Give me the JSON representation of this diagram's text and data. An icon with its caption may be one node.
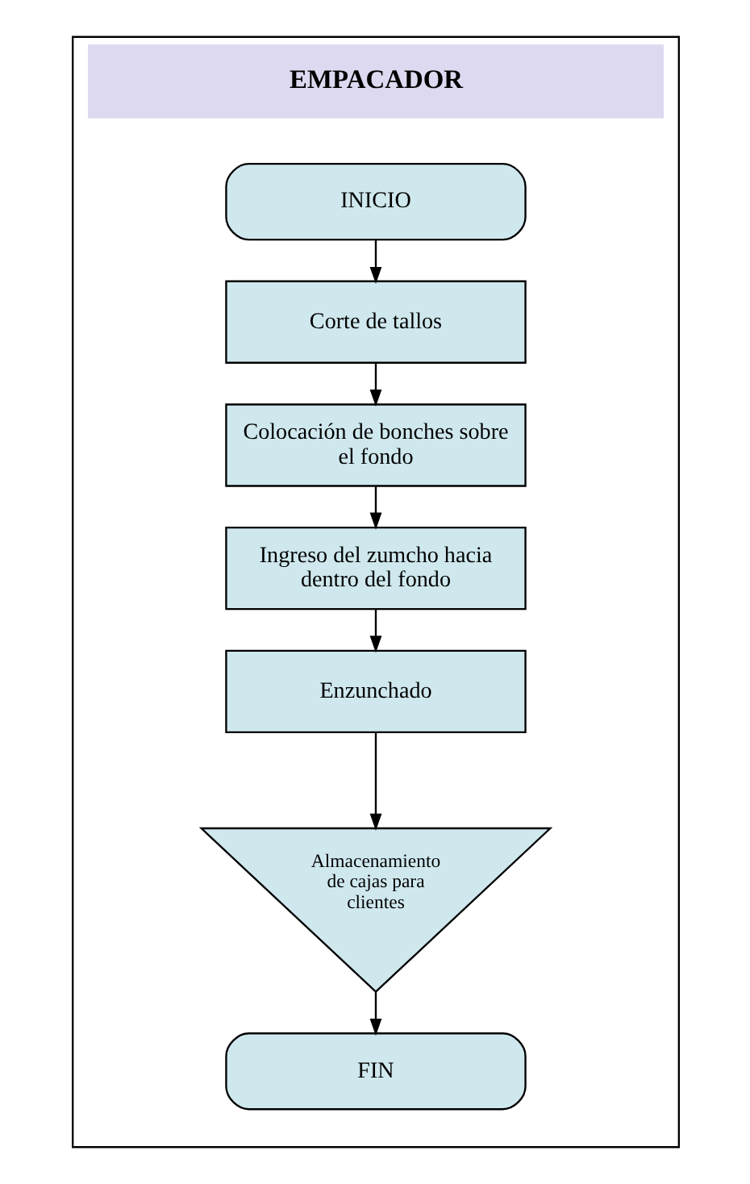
{
  "diagram": {
    "nodes": [
      {
        "text": [
          "EMPACADOR"
        ]
      },
      {
        "text": [
          "INICIO"
        ],
        "in": 0
      },
      {
        "text": [
          "Corte de tallos"
        ],
        "in": 0
      },
      {
        "text": [
          "Colocación de bonches sobre el fondo"
        ],
        "in": 0
      },
      {
        "text": [
          "Ingreso del zumcho hacia dentro del fondo"
        ],
        "in": 0
      },
      {
        "text": [
          "Enzunchado"
        ],
        "in": 0
      },
      {
        "text": [
          "Almacenamiento de cajas para clientes"
        ],
        "in": 0
      },
      {
        "text": [
          "FIN"
        ],
        "in": 0
      }
    ],
    "edges": [
      {
        "from": 1,
        "to": 2,
        "arrow": "to"
      },
      {
        "from": 2,
        "to": 3,
        "arrow": "to"
      },
      {
        "from": 3,
        "to": 4,
        "arrow": "to"
      },
      {
        "from": 4,
        "to": 5,
        "arrow": "to"
      },
      {
        "from": 5,
        "to": 6,
        "arrow": "to"
      },
      {
        "from": 6,
        "to": 7,
        "arrow": "to"
      }
    ]
  }
}
